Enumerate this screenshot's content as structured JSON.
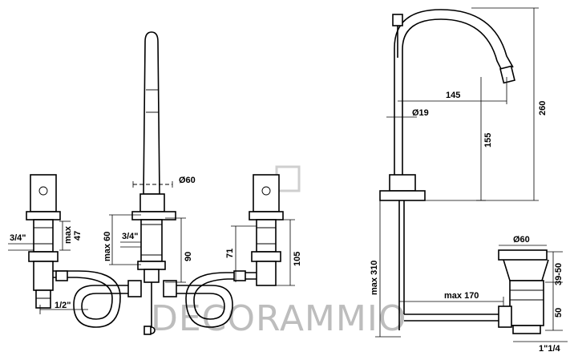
{
  "watermark": "DECORAMMIO",
  "front_view": {
    "dim_diameter": "Ø60",
    "dim_thread_left": "3/4\"",
    "dim_max_left": "max",
    "dim_47": "47",
    "dim_max60": "max 60",
    "dim_thread_center": "3/4\"",
    "dim_90": "90",
    "dim_71": "71",
    "dim_105": "105",
    "dim_half_inch": "1/2\""
  },
  "side_view": {
    "dim_145": "145",
    "dim_diameter_19": "Ø19",
    "dim_155": "155",
    "dim_260": "260",
    "dim_max310": "max 310",
    "dim_max170": "max 170",
    "dim_diameter_60": "Ø60",
    "dim_39_50": "39-50",
    "dim_50": "50",
    "dim_drain_thread": "1\"1/4"
  },
  "colors": {
    "line": "#000000",
    "watermark": "#bdbdbd"
  }
}
